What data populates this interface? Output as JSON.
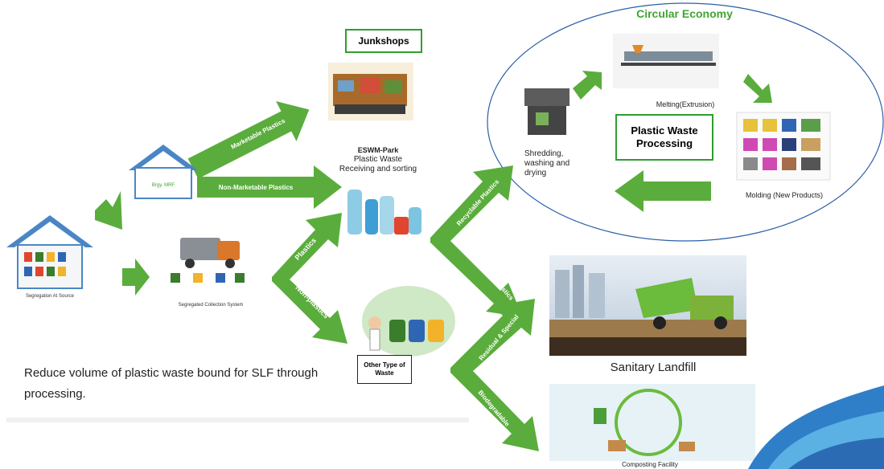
{
  "diagram": {
    "circular_economy_title": "Circular Economy",
    "junkshops": "Junkshops",
    "eswm_park_title": "ESWM-Park",
    "eswm_park_desc": "Plastic Waste Receiving and sorting",
    "plastic_waste_processing": "Plastic Waste Processing",
    "melting": "Melting(Extrusion)",
    "shredding": "Shredding, washing and drying",
    "molding": "Molding (New Products)",
    "segregation": "Segregation At Source",
    "collection": "Segregated Collection System",
    "mrf": "Brgy. MRF",
    "other_waste": "Other Type of Waste",
    "sanitary_landfill": "Sanitary Landfill",
    "composting": "Composting Facility",
    "reduce_text": "Reduce volume of plastic waste bound for SLF through processing."
  },
  "arrows": {
    "marketable": "Marketable Plastics",
    "non_marketable": "Non-Marketable Plastics",
    "plastics": "Plastics",
    "non_plastics": "Non-plastics",
    "recyclable": "Recyclable Plastics",
    "non_recyclable": "Non-recyclable Plastics",
    "residual": "Residual & Special",
    "biodegradable": "Biodegradable"
  },
  "colors": {
    "arrow_green": "#5aad3c",
    "title_green": "#3fa52f",
    "house_blue": "#4a86c5",
    "sea_blue": "#3a8fd0"
  }
}
